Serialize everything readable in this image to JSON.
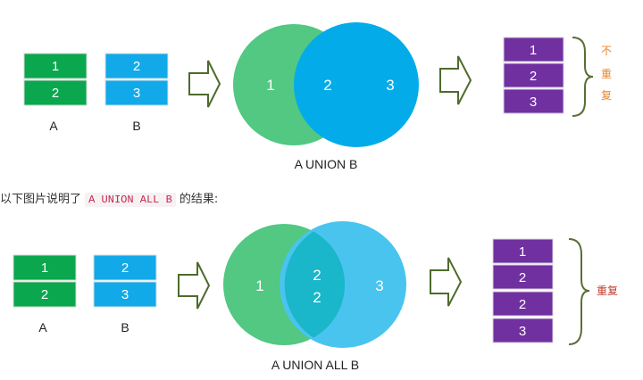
{
  "union": {
    "table_a": [
      "1",
      "2"
    ],
    "table_b": [
      "2",
      "3"
    ],
    "label_a": "A",
    "label_b": "B",
    "venn_left": "1",
    "venn_middle": "2",
    "venn_right": "3",
    "venn_caption": "A UNION B",
    "result": [
      "1",
      "2",
      "3"
    ],
    "note": [
      "不",
      "重",
      "复"
    ]
  },
  "explanation": {
    "prefix": "以下图片说明了",
    "code": "A UNION ALL B",
    "suffix": "的结果:"
  },
  "union_all": {
    "table_a": [
      "1",
      "2"
    ],
    "table_b": [
      "2",
      "3"
    ],
    "label_a": "A",
    "label_b": "B",
    "venn_left": "1",
    "venn_middle_top": "2",
    "venn_middle_bottom": "2",
    "venn_right": "3",
    "venn_caption": "A UNION ALL B",
    "result": [
      "1",
      "2",
      "2",
      "3"
    ],
    "note": "重复"
  },
  "colors": {
    "green": "#0aa74e",
    "blue": "#12a9e8",
    "purple": "#7030a0",
    "venn_green": "#52c882",
    "venn_blue": "#03ace9",
    "venn_blue_light": "#49c4ef",
    "overlap_all": "#1ab6c9",
    "arrow": "#4e6b2e",
    "brace": "#5a6e35"
  }
}
